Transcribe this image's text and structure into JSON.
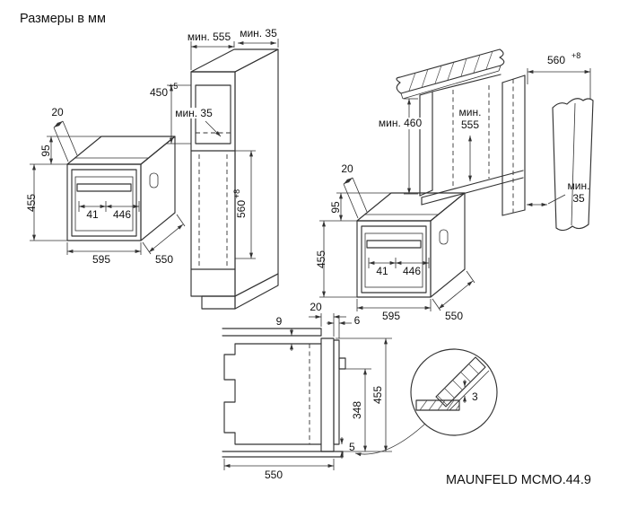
{
  "page": {
    "title": "Размеры в мм",
    "model": "MAUNFELD MCMO.44.9"
  },
  "colors": {
    "line": "#333333",
    "background": "#ffffff"
  },
  "oven_left": {
    "d20": "20",
    "d95": "95",
    "d455": "455",
    "d41": "41",
    "d446": "446",
    "d595": "595",
    "d550": "550"
  },
  "oven_right": {
    "d20": "20",
    "d95": "95",
    "d455": "455",
    "d41": "41",
    "d446": "446",
    "d595": "595",
    "d550": "550"
  },
  "tall_cabinet": {
    "min555": "мин. 555",
    "min35_top": "мин. 35",
    "d450": "450",
    "d450_tol": "+5",
    "min35_mid": "мин. 35",
    "d560": "560",
    "d560_tol": "+8"
  },
  "base_cabinet": {
    "d560": "560",
    "d560_tol": "+8",
    "min460": "мин. 460",
    "min555_l1": "мин.",
    "min555_l2": "555",
    "min35_l1": "мин.",
    "min35_l2": "35"
  },
  "section": {
    "d9": "9",
    "d20": "20",
    "d6": "6",
    "d455": "455",
    "d348": "348",
    "d5": "5",
    "d550": "550"
  },
  "detail": {
    "d3": "3"
  }
}
